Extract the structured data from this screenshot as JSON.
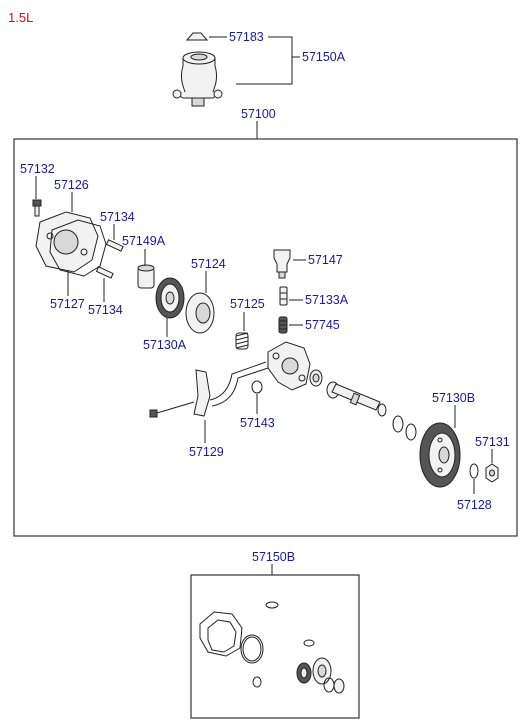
{
  "variant": "1.5L",
  "labels": {
    "p57183": "57183",
    "p57150A": "57150A",
    "p57100": "57100",
    "p57132": "57132",
    "p57126": "57126",
    "p57134a": "57134",
    "p57149A": "57149A",
    "p57124": "57124",
    "p57147": "57147",
    "p57125": "57125",
    "p57133A": "57133A",
    "p57745": "57745",
    "p57127": "57127",
    "p57134b": "57134",
    "p57130A": "57130A",
    "p57143": "57143",
    "p57130B": "57130B",
    "p57131": "57131",
    "p57129": "57129",
    "p57128": "57128",
    "p57150B": "57150B"
  }
}
